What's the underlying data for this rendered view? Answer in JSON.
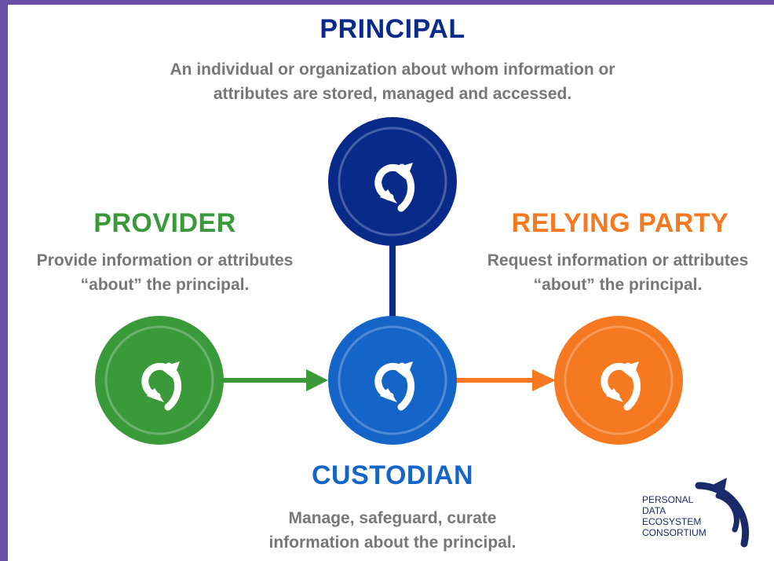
{
  "principal": {
    "title": "PRINCIPAL",
    "description": [
      "An individual or organization about whom information or",
      "attributes are stored, managed and accessed."
    ],
    "color": "#0a2a8a"
  },
  "provider": {
    "title": "PROVIDER",
    "description": [
      "Provide information or attributes",
      "“about” the principal."
    ],
    "color": "#3a9a3a"
  },
  "relying_party": {
    "title": "RELYING PARTY",
    "description": [
      "Request information or attributes",
      "“about” the principal."
    ],
    "color": "#f47920"
  },
  "custodian": {
    "title": "CUSTODIAN",
    "description": [
      "Manage, safeguard, curate",
      "information about the principal."
    ],
    "color": "#1565c8"
  },
  "logo": {
    "lines": [
      "PERSONAL",
      "DATA",
      "ECOSYSTEM",
      "CONSORTIUM"
    ],
    "color": "#1b2a6b"
  },
  "icons": {
    "node": "swirl-arrows-icon",
    "flow": "arrow-right-icon"
  }
}
